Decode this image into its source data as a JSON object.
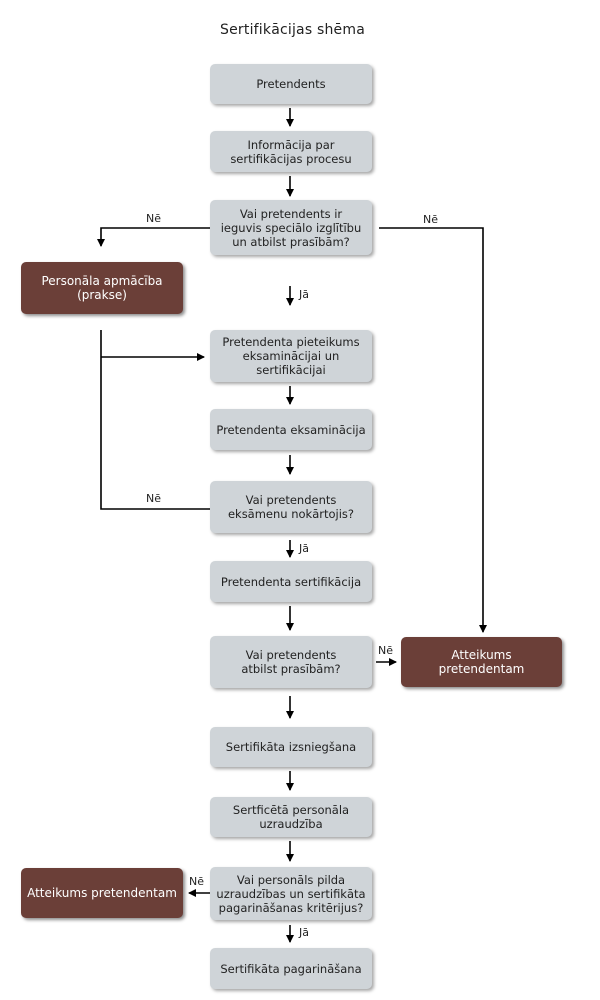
{
  "title": "Sertifikācijas shēma",
  "nodes": {
    "pretendents": "Pretendents",
    "informacija": "Informācija par\nsertifikācijas procesu",
    "q_izglitiba": "Vai pretendents ir\nieguvis speciālo izglītību\nun atbilst prasībām?",
    "apmaciba": "Personāla apmācība\n(prakse)",
    "pieteikums": "Pretendenta pieteikums\neksaminācijai un\nsertifikācijai",
    "eksaminacija": "Pretendenta eksaminācija",
    "q_eksameni": "Vai pretendents\neksāmenu nokārtojis?",
    "sertifikacija": "Pretendenta sertifikācija",
    "q_prasibas": "Vai pretendents\natbilst prasībām?",
    "atteikums1": "Atteikums pretendentam",
    "izsniegsana": "Sertifikāta izsniegšana",
    "uzraudziba": "Sertficētā personāla\nuzraudzība",
    "q_kriteriji": "Vai personāls pilda\nuzraudzības un sertifikāta\npagarināšanas kritērijus?",
    "atteikums2": "Atteikums pretendentam",
    "pagarinasana": "Sertifikāta pagarināšana"
  },
  "labels": {
    "ne1": "Nē",
    "ne2": "Nē",
    "ja1": "Jā",
    "ne3": "Nē",
    "ja2": "Jā",
    "ne4": "Nē",
    "ne5": "Nē",
    "ja3": "Jā"
  }
}
